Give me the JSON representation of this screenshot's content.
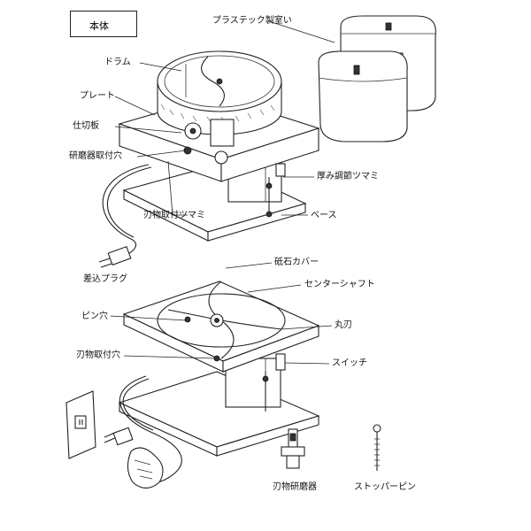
{
  "title": "本体",
  "labels": {
    "drum": "ドラム",
    "plastic_bag": "プラステック製室い",
    "plate": "プレート",
    "partition": "仕切板",
    "grinder_mount_hole": "研磨器取付穴",
    "thickness_knob": "厚み調節ツマミ",
    "blade_knob": "刃物取付ツマミ",
    "base": "ベース",
    "plug": "差込プラグ",
    "grindstone_cover": "砥石カバー",
    "center_shaft": "センターシャフト",
    "pin_hole": "ピン穴",
    "round_blade": "丸刃",
    "blade_mount_hole": "刃物取付穴",
    "switch": "スイッチ",
    "blade_grinder": "刃物研磨器",
    "stopper_pin": "ストッパーピン"
  }
}
